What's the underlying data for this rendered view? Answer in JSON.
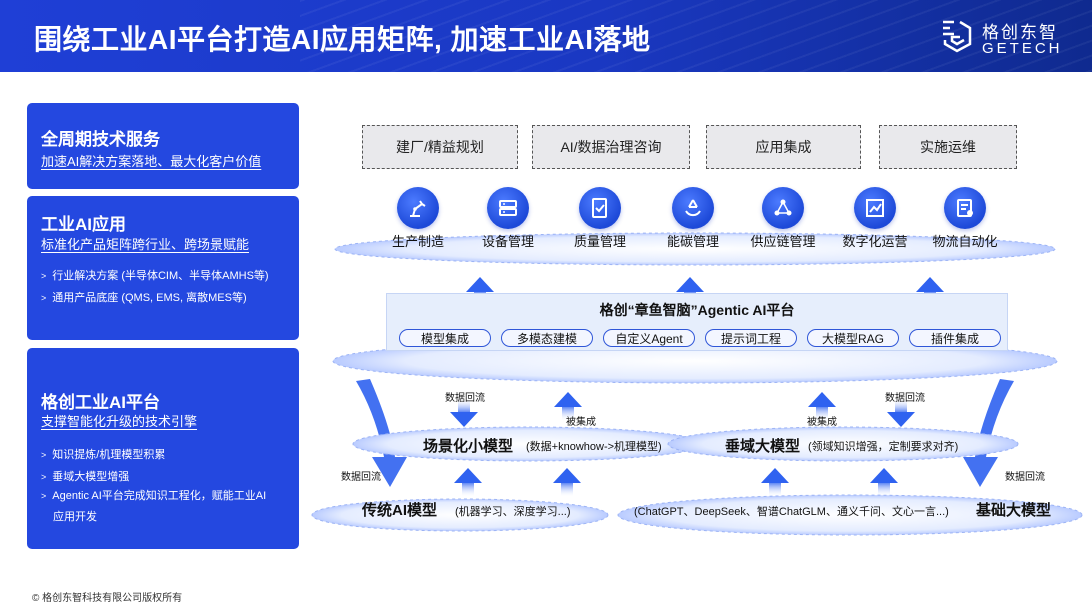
{
  "header": {
    "title": "围绕工业AI平台打造AI应用矩阵, 加速工业AI落地",
    "logo_cn": "格创东智",
    "logo_en": "GETECH"
  },
  "cards": [
    {
      "title": "全周期技术服务",
      "subtitle": "加速AI解决方案落地、最大化客户价值",
      "bullets": []
    },
    {
      "title": "工业AI应用",
      "subtitle": "标准化产品矩阵跨行业、跨场景赋能",
      "bullets": [
        "行业解决方案 (半导体CIM、半导体AMHS等)",
        "通用产品底座 (QMS, EMS, 离散MES等)"
      ]
    },
    {
      "title": "格创工业AI平台",
      "subtitle": "支撑智能化升级的技术引擎",
      "bullets": [
        "知识提炼/机理模型积累",
        "垂域大模型增强",
        "Agentic AI平台完成知识工程化，赋能工业AI",
        "应用开发"
      ]
    }
  ],
  "copyright": "©  格创东智科技有限公司版权所有",
  "services": [
    "建厂/精益规划",
    "AI/数据治理咨询",
    "应用集成",
    "实施运维"
  ],
  "apps": [
    {
      "label": "生产制造",
      "icon": "robot-arm-icon"
    },
    {
      "label": "设备管理",
      "icon": "server-icon"
    },
    {
      "label": "质量管理",
      "icon": "quality-shield-icon"
    },
    {
      "label": "能碳管理",
      "icon": "recycle-icon"
    },
    {
      "label": "供应链管理",
      "icon": "network-nodes-icon"
    },
    {
      "label": "数字化运营",
      "icon": "trend-chart-icon"
    },
    {
      "label": "物流自动化",
      "icon": "document-flow-icon"
    }
  ],
  "platform": {
    "title": "格创“章鱼智脑”Agentic AI平台",
    "chips": [
      "模型集成",
      "多模态建模",
      "自定义Agent",
      "提示词工程",
      "大模型RAG",
      "插件集成"
    ]
  },
  "flows": {
    "data_backflow": "数据回流",
    "integrated": "被集成"
  },
  "layers": {
    "scene_model": {
      "title": "场景化小模型",
      "note": "(数据+knowhow->机理模型)"
    },
    "vertical_model": {
      "title": "垂域大模型",
      "note": "(领域知识增强，定制要求对齐)"
    },
    "traditional_ai": {
      "title": "传统AI模型",
      "note": "(机器学习、深度学习...)"
    },
    "foundation_model": {
      "title": "基础大模型",
      "note": "(ChatGPT、DeepSeek、智谱ChatGLM、通义千问、文心一言...)"
    }
  },
  "colors": {
    "brand_blue": "#2448e0",
    "chip_border": "#2f56d8",
    "header_blue": "#1f3fd6"
  }
}
